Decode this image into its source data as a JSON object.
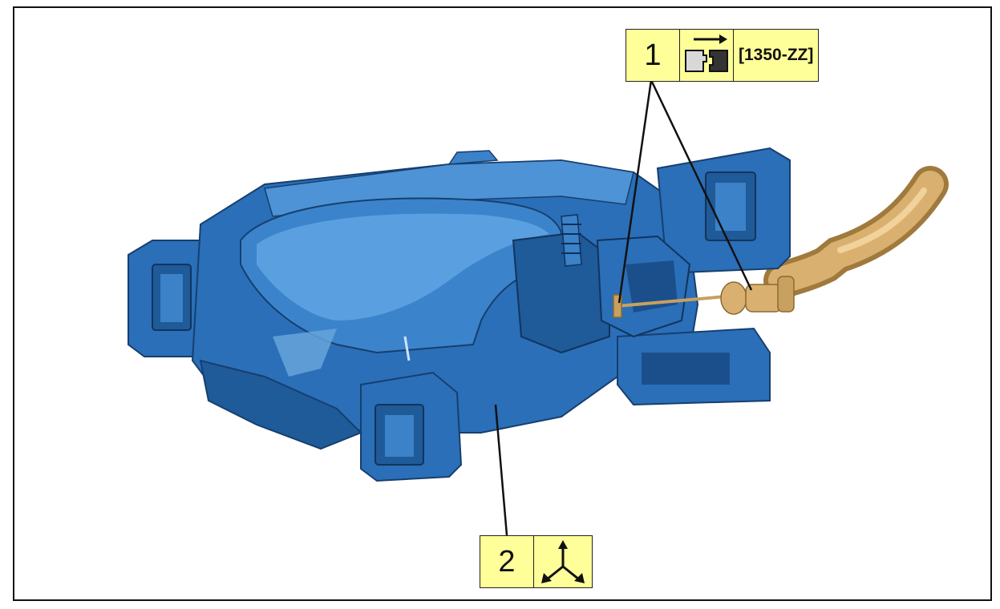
{
  "colors": {
    "handle_body": "#2a6fb8",
    "handle_dark": "#1b4f8c",
    "handle_light": "#4d93d6",
    "cable": "#c8a060",
    "label_bg": "#ffff99"
  },
  "callouts": [
    {
      "number": "1",
      "icons": [
        "tool-insert-icon"
      ],
      "tool_code": "[1350-ZZ]"
    },
    {
      "number": "2",
      "icons": [
        "three-way-arrows-icon"
      ]
    }
  ]
}
